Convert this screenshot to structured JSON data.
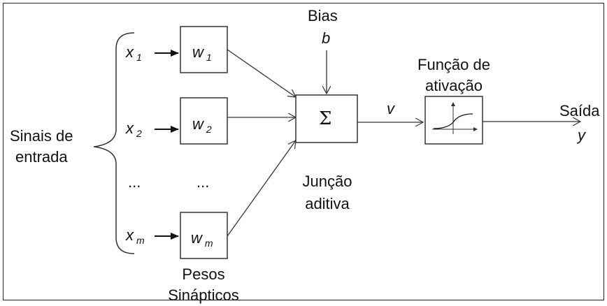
{
  "inputs": {
    "x_symbol": "x",
    "subscripts": [
      "1",
      "2",
      "m"
    ],
    "ellipsis": "..."
  },
  "weights": {
    "w_symbol": "w",
    "subscripts": [
      "1",
      "2",
      "m"
    ],
    "ellipsis": "..."
  },
  "labels": {
    "input_signals_line1": "Sinais de",
    "input_signals_line2": "entrada",
    "synaptic_weights_line1": "Pesos",
    "synaptic_weights_line2": "Sinápticos",
    "bias_title": "Bias",
    "bias_symbol": "b",
    "sum_symbol": "Σ",
    "summing_junction_line1": "Junção",
    "summing_junction_line2": "aditiva",
    "induced_field_symbol": "v",
    "activation_line1": "Função de",
    "activation_line2": "ativação",
    "output_title": "Saída",
    "output_symbol": "y"
  }
}
